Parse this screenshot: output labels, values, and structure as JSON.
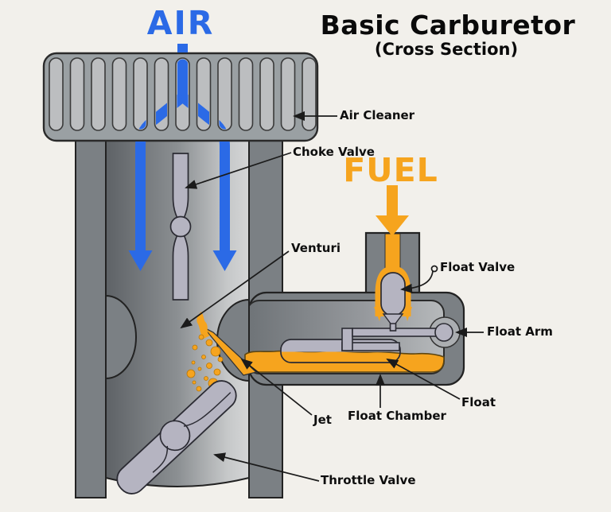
{
  "title": {
    "main": "Basic Carburetor",
    "subtitle": "(Cross Section)"
  },
  "flows": {
    "air": {
      "label": "AIR",
      "color": "#2b6ae6"
    },
    "fuel": {
      "label": "FUEL",
      "color": "#f6a41e"
    }
  },
  "annotations": {
    "air_cleaner": "Air Cleaner",
    "choke_valve": "Choke Valve",
    "venturi": "Venturi",
    "float_valve": "Float Valve",
    "float_arm": "Float Arm",
    "float": "Float",
    "float_chamber": "Float Chamber",
    "jet": "Jet",
    "throttle_valve": "Throttle Valve"
  },
  "colors": {
    "background": "#f2f0eb",
    "air_blue": "#2b6ae6",
    "fuel_orange": "#f6a41e",
    "body_gray": "#7b8084",
    "housing_gray": "#9aa0a3",
    "slot_gray": "#bcbec0",
    "valve_gray": "#b5b4c1",
    "outline": "#222222"
  }
}
